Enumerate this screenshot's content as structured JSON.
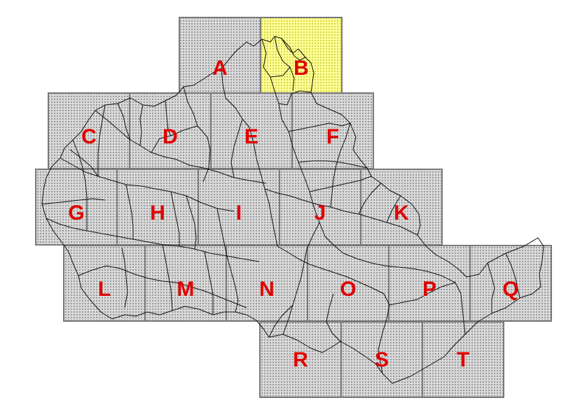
{
  "map": {
    "colors": {
      "tile_fill": "#d9d9d9",
      "dot": "#6e6e6e",
      "highlight_fill": "#ffff99",
      "highlight_dot": "#b5b500",
      "border": "#7a7a7a",
      "label": "#e00000",
      "boundary": "#111111"
    },
    "highlighted_tile": "B",
    "tiles": [
      {
        "id": "A",
        "label": "A"
      },
      {
        "id": "B",
        "label": "B"
      },
      {
        "id": "C",
        "label": "C"
      },
      {
        "id": "D",
        "label": "D"
      },
      {
        "id": "E",
        "label": "E"
      },
      {
        "id": "F",
        "label": "F"
      },
      {
        "id": "G",
        "label": "G"
      },
      {
        "id": "H",
        "label": "H"
      },
      {
        "id": "I",
        "label": "I"
      },
      {
        "id": "J",
        "label": "J"
      },
      {
        "id": "K",
        "label": "K"
      },
      {
        "id": "L",
        "label": "L"
      },
      {
        "id": "M",
        "label": "M"
      },
      {
        "id": "N",
        "label": "N"
      },
      {
        "id": "O",
        "label": "O"
      },
      {
        "id": "P",
        "label": "P"
      },
      {
        "id": "Q",
        "label": "Q"
      },
      {
        "id": "R",
        "label": "R"
      },
      {
        "id": "S",
        "label": "S"
      },
      {
        "id": "T",
        "label": "T"
      }
    ]
  }
}
